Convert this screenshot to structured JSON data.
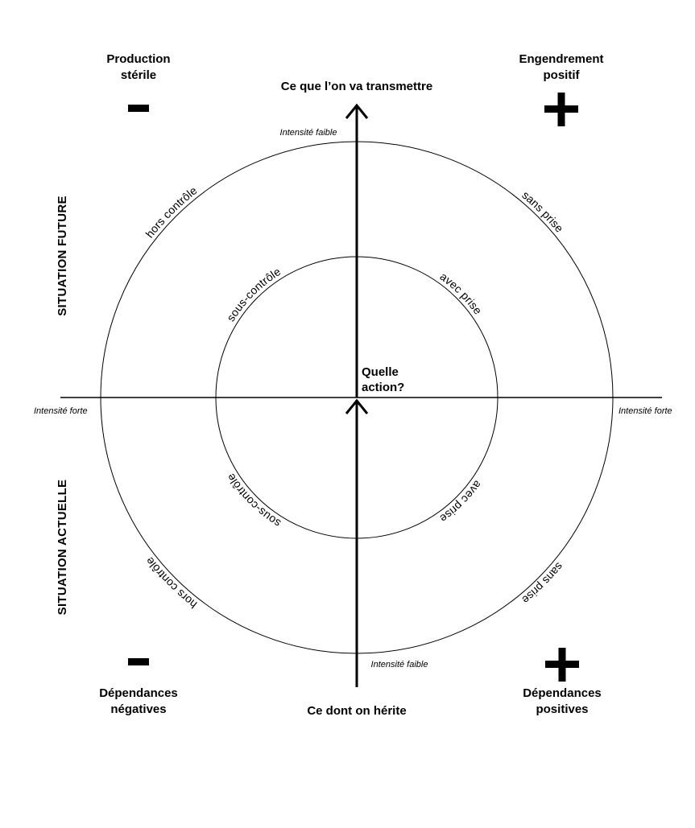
{
  "corners": {
    "top_left": {
      "line1": "Production",
      "line2": "stérile",
      "sign": "−"
    },
    "top_right": {
      "line1": "Engendrement",
      "line2": "positif",
      "sign": "+"
    },
    "bottom_left": {
      "line1": "Dépendances",
      "line2": "négatives",
      "sign": "−"
    },
    "bottom_right": {
      "line1": "Dépendances",
      "line2": "positives",
      "sign": "+"
    }
  },
  "axes": {
    "top": "Ce que l’on va transmettre",
    "bottom": "Ce dont on hérite",
    "left_upper": "SITUATION FUTURE",
    "left_lower": "SITUATION ACTUELLE"
  },
  "center": {
    "line1": "Quelle",
    "line2": "action?"
  },
  "intensity": {
    "top": "Intensité faible",
    "bottom": "Intensité faible",
    "left": "Intensité forte",
    "right": "Intensité forte"
  },
  "outer_ring": {
    "top_left": "hors contrôle",
    "top_right": "sans prise",
    "bottom_left": "hors contrôle",
    "bottom_right": "sans prise"
  },
  "inner_ring": {
    "top_left": "sous-contrôle",
    "top_right": "avec prise",
    "bottom_left": "sous-contrôle",
    "bottom_right": "avec prise"
  }
}
